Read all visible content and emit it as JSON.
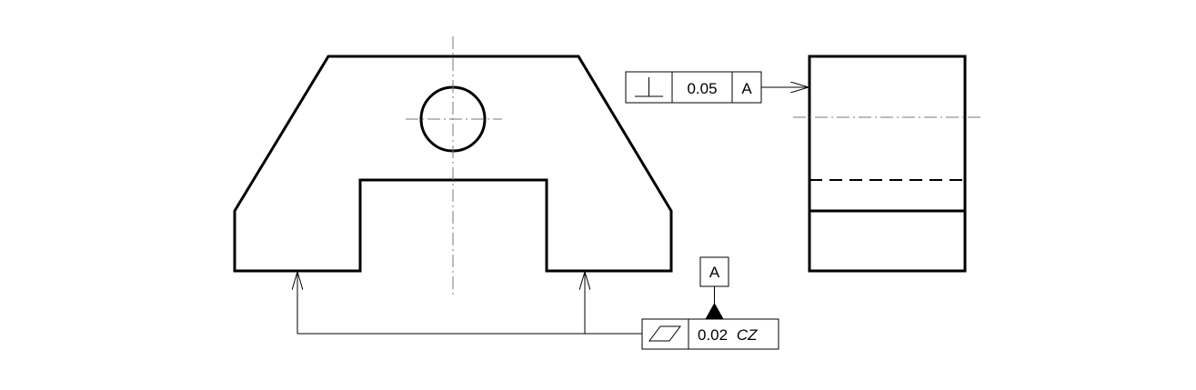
{
  "front_view": {},
  "side_view": {},
  "perpendicularity_frame": {
    "symbol": "perpendicularity-symbol",
    "tolerance": "0.05",
    "datum": "A"
  },
  "datum_feature": {
    "label": "A"
  },
  "flatness_frame": {
    "symbol": "flatness-symbol",
    "tolerance": "0.02",
    "modifier": "CZ"
  }
}
